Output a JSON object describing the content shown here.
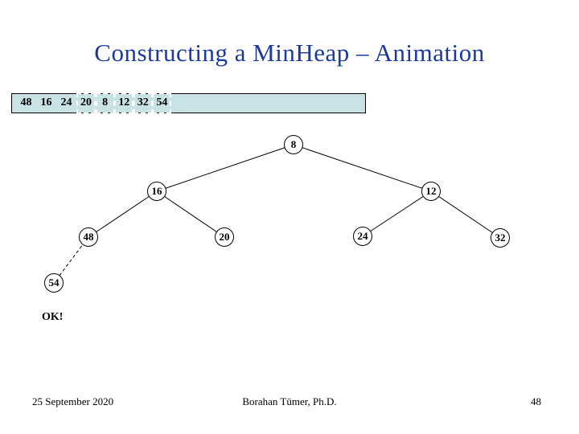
{
  "slide": {
    "title": "Constructing a MinHeap – Animation"
  },
  "array_box": {
    "values": [
      "48",
      "16",
      "24",
      "20",
      "8",
      "12",
      "32",
      "54"
    ],
    "dashed_highlighted_values": [
      "20",
      "8",
      "12",
      "32",
      "54"
    ]
  },
  "tree": {
    "nodes": [
      {
        "value": "8"
      },
      {
        "value": "16"
      },
      {
        "value": "12"
      },
      {
        "value": "48"
      },
      {
        "value": "20"
      },
      {
        "value": "24"
      },
      {
        "value": "32"
      },
      {
        "value": "54"
      }
    ],
    "dashed_edge": "48-54"
  },
  "status": {
    "label": "OK!"
  },
  "footer": {
    "date": "25 September 2020",
    "author": "Borahan Tümer, Ph.D.",
    "slide_number": "48"
  },
  "colors": {
    "title_blue": "#1c3a9e",
    "array_fill": "#c8e2e5",
    "edge_black": "#000000"
  }
}
